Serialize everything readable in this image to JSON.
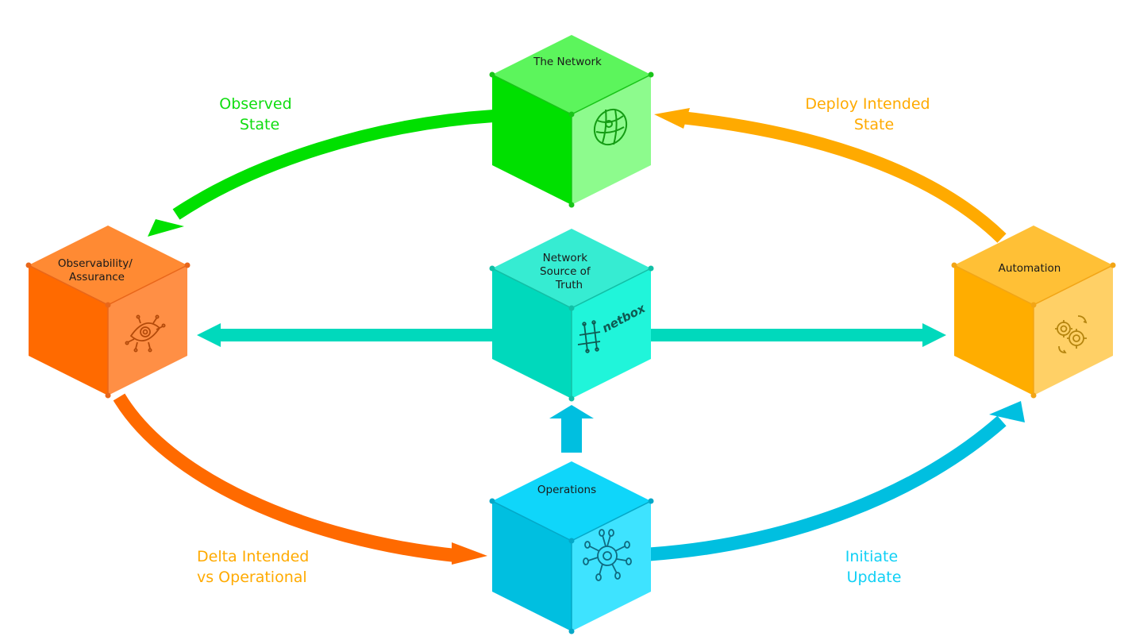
{
  "diagram": {
    "type": "network automation cycle",
    "nodes": [
      {
        "id": "network",
        "label_lines": [
          "The Network"
        ],
        "icon": "globe-mesh-icon",
        "colors": {
          "top": "#5cf55c",
          "left": "#00e000",
          "right": "#8dfb8d",
          "dot": "#19c419",
          "icon": "#149c14"
        }
      },
      {
        "id": "observability",
        "label_lines": [
          "Observability/",
          "Assurance"
        ],
        "icon": "circuit-eye-icon",
        "colors": {
          "top": "#ff8a33",
          "left": "#ff6a00",
          "right": "#ff8f45",
          "dot": "#e8661a",
          "icon": "#b34a0a"
        }
      },
      {
        "id": "nsot",
        "label_lines": [
          "Network",
          "Source of",
          "Truth"
        ],
        "icon": "netbox-logo-icon",
        "icon_text": "netbox",
        "colors": {
          "top": "#36ecd2",
          "left": "#00d9bc",
          "right": "#20f5da",
          "dot": "#12bfa6",
          "icon": "#0f5a52"
        }
      },
      {
        "id": "automation",
        "label_lines": [
          "Automation"
        ],
        "icon": "gears-cycle-icon",
        "colors": {
          "top": "#ffc036",
          "left": "#ffad00",
          "right": "#ffd066",
          "dot": "#f2a516",
          "icon": "#b5850f"
        }
      },
      {
        "id": "operations",
        "label_lines": [
          "Operations"
        ],
        "icon": "gear-network-icon",
        "colors": {
          "top": "#0fd6fa",
          "left": "#00bfe0",
          "right": "#3ee3ff",
          "dot": "#04a8c8",
          "icon": "#0f6a80"
        }
      }
    ],
    "edges": [
      {
        "id": "observed-state",
        "from": "network",
        "to": "observability",
        "label_lines": [
          "Observed",
          "State"
        ],
        "color": "#00e000",
        "label_color": "#10dd10"
      },
      {
        "id": "deploy-intended-state",
        "from": "automation",
        "to": "network",
        "label_lines": [
          "Deploy Intended",
          "State"
        ],
        "color": "#ffaa00",
        "label_color": "#ffaa00"
      },
      {
        "id": "delta-intended-vs-operational",
        "from": "observability",
        "to": "operations",
        "label_lines": [
          "Delta Intended",
          "vs Operational"
        ],
        "color": "#ff6a00",
        "label_color": "#ffaa00"
      },
      {
        "id": "initiate-update",
        "from": "operations",
        "to": "automation",
        "label_lines": [
          "Initiate",
          "Update"
        ],
        "color": "#00bfe0",
        "label_color": "#10d0f5"
      },
      {
        "id": "nsot-to-observability",
        "from": "nsot",
        "to": "observability",
        "label_lines": [],
        "color": "#00d9bc"
      },
      {
        "id": "nsot-to-automation",
        "from": "nsot",
        "to": "automation",
        "label_lines": [],
        "color": "#00d9bc"
      },
      {
        "id": "operations-to-nsot",
        "from": "operations",
        "to": "nsot",
        "label_lines": [],
        "color": "#00bfe0"
      }
    ]
  }
}
